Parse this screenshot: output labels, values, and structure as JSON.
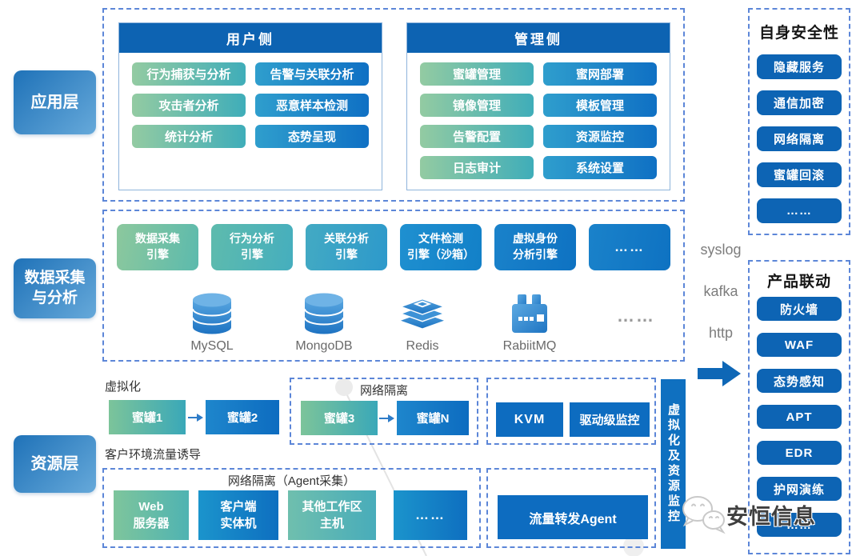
{
  "layer_labels": {
    "app": "应用层",
    "data_collection": "数据采集\n与分析",
    "resource": "资源层"
  },
  "app_layer": {
    "user_side": {
      "title": "用户侧",
      "buttons": [
        "行为捕获与分析",
        "告警与关联分析",
        "攻击者分析",
        "恶意样本检测",
        "统计分析",
        "态势呈现"
      ]
    },
    "mgmt_side": {
      "title": "管理侧",
      "buttons": [
        "蜜罐管理",
        "蜜网部署",
        "镜像管理",
        "模板管理",
        "告警配置",
        "资源监控",
        "日志审计",
        "系统设置"
      ]
    }
  },
  "data_layer": {
    "engines": [
      "数据采集\n引擎",
      "行为分析\n引擎",
      "关联分析\n引擎",
      "文件检测\n引擎（沙箱）",
      "虚拟身份\n分析引擎",
      "……"
    ],
    "databases": [
      "MySQL",
      "MongoDB",
      "Redis",
      "RabiitMQ"
    ],
    "more": "……"
  },
  "protocols": [
    "syslog",
    "kafka",
    "http"
  ],
  "self_security": {
    "title": "自身安全性",
    "items": [
      "隐藏服务",
      "通信加密",
      "网络隔离",
      "蜜罐回滚",
      "……"
    ]
  },
  "product_linkage": {
    "title": "产品联动",
    "items": [
      "防火墙",
      "WAF",
      "态势感知",
      "APT",
      "EDR",
      "护网演练",
      "……"
    ]
  },
  "resource_layer": {
    "virtualization_label": "虚拟化",
    "honeypot1": "蜜罐1",
    "honeypot2": "蜜罐2",
    "network_isolation": {
      "title": "网络隔离",
      "honeypot3": "蜜罐3",
      "honeypotN": "蜜罐N"
    },
    "kvm": "KVM",
    "driver_monitoring": "驱动级监控",
    "traffic_induce_label": "客户环境流量诱导",
    "agent_zone": {
      "title": "网络隔离（Agent采集）",
      "items": [
        "Web\n服务器",
        "客户端\n实体机",
        "其他工作区\n主机",
        "……"
      ]
    },
    "traffic_agent": "流量转发Agent",
    "monitor_bar": "虚拟化及资源监控"
  },
  "colors": {
    "accent_blue": "#0d64b4",
    "header_blue": "#0d63b2",
    "green_gradient_start": "#93cba2",
    "green_gradient_end": "#3fadb9",
    "blue_gradient_start": "#2f9ecd",
    "blue_gradient_end": "#0f70c4",
    "dashed_border": "#5c86d8"
  },
  "watermark": {
    "brand": "安恒信息"
  }
}
